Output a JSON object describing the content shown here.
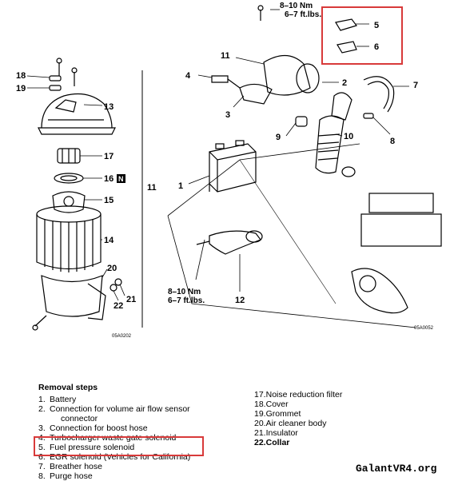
{
  "callouts": {
    "c1": "1",
    "c2": "2",
    "c3": "3",
    "c4": "4",
    "c5": "5",
    "c6": "6",
    "c7": "7",
    "c8": "8",
    "c9": "9",
    "c10": "10",
    "c11_top": "11",
    "c11_mid": "11",
    "c12": "12",
    "c13": "13",
    "c14": "14",
    "c15": "15",
    "c16": "16",
    "c16_badge": "N",
    "c17": "17",
    "c18": "18",
    "c19": "19",
    "c20": "20",
    "c21": "21",
    "c22": "22"
  },
  "torque_top": {
    "line1": "8–10 Nm",
    "line2": "6–7 ft.lbs."
  },
  "torque_bottom": {
    "line1": "8–10 Nm",
    "line2": "6–7 ft.lbs."
  },
  "figure_codes": {
    "left": "05A0202",
    "right": "05A0052"
  },
  "removal": {
    "title": "Removal steps",
    "left": [
      {
        "num": "1.",
        "text": "Battery"
      },
      {
        "num": "2.",
        "text": "Connection for volume air flow sensor"
      },
      {
        "num": "",
        "text": "connector"
      },
      {
        "num": "3.",
        "text": "Connection for boost hose"
      },
      {
        "num": "4.",
        "text": "Turbocharger waste gate solenoid"
      },
      {
        "num": "5.",
        "text": "Fuel pressure solenoid"
      },
      {
        "num": "6.",
        "text": "EGR solenoid (Vehicles for California)"
      },
      {
        "num": "7.",
        "text": "Breather hose"
      },
      {
        "num": "8.",
        "text": "Purge hose"
      }
    ],
    "right": [
      {
        "num": "17.",
        "text": "Noise reduction filter"
      },
      {
        "num": "18.",
        "text": "Cover"
      },
      {
        "num": "19.",
        "text": "Grommet"
      },
      {
        "num": "20.",
        "text": "Air cleaner body"
      },
      {
        "num": "21.",
        "text": "Insulator"
      },
      {
        "num": "22.",
        "text": "Collar"
      }
    ]
  },
  "watermark": "GalantVR4.org",
  "colors": {
    "highlight": "#d83a3a",
    "ink": "#000000"
  }
}
